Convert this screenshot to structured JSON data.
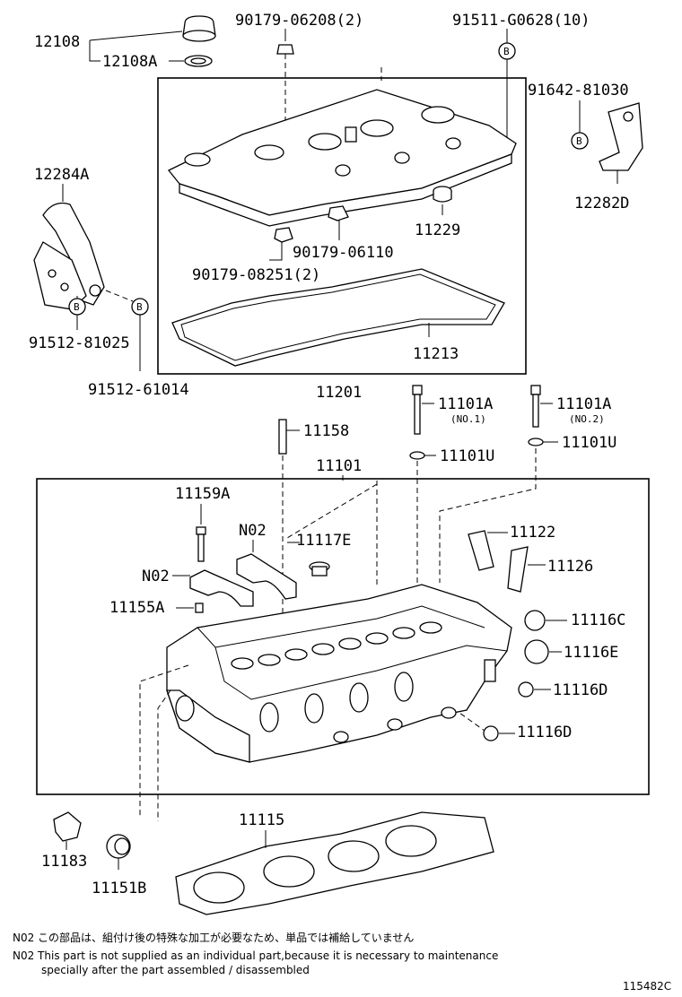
{
  "figure_id": "115482C",
  "labels": {
    "p12108": "12108",
    "p12108A": "12108A",
    "p90179_06208": "90179-06208(2)",
    "p91511_G0628": "91511-G0628(10)",
    "p91642_81030": "91642-81030",
    "p12284A": "12284A",
    "p12282D": "12282D",
    "p11229": "11229",
    "p90179_06110": "90179-06110",
    "p90179_08251": "90179-08251(2)",
    "p91512_81025": "91512-81025",
    "p11213": "11213",
    "p91512_61014": "91512-61014",
    "p11201": "11201",
    "p11101A_1": "11101A",
    "p11101A_1_sub": "(NO.1)",
    "p11101A_2": "11101A",
    "p11101A_2_sub": "(NO.2)",
    "p11158": "11158",
    "p11101U_1": "11101U",
    "p11101U_2": "11101U",
    "p11101": "11101",
    "p11159A": "11159A",
    "pN02_a": "N02",
    "p11117E": "11117E",
    "p11122": "11122",
    "p11126": "11126",
    "pN02_b": "N02",
    "p11155A": "11155A",
    "p11116C": "11116C",
    "p11116E": "11116E",
    "p11116D_1": "11116D",
    "p11116D_2": "11116D",
    "p11115": "11115",
    "p11183": "11183",
    "p11151B": "11151B"
  },
  "callout_marker": "B",
  "notes": {
    "jp": "N02 この部品は、組付け後の特殊な加工が必要なため、単品では補給していません",
    "en1": "N02 This part is not supplied as an individual part,because it is necessary to maintenance",
    "en2": "specially after the part assembled / disassembled"
  }
}
